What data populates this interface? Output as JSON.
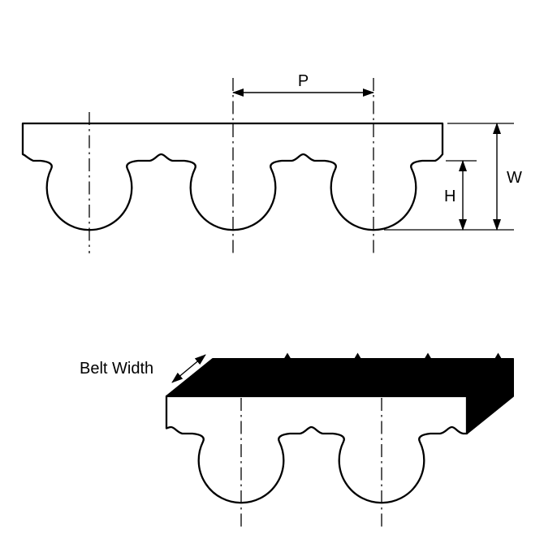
{
  "labels": {
    "pitch": "P",
    "overall_height": "W",
    "tooth_height": "H",
    "belt_width": "Belt Width"
  },
  "colors": {
    "line": "#000000",
    "belt_fill": "#ffffff",
    "solid_fill": "#000000",
    "background": "#ffffff"
  }
}
